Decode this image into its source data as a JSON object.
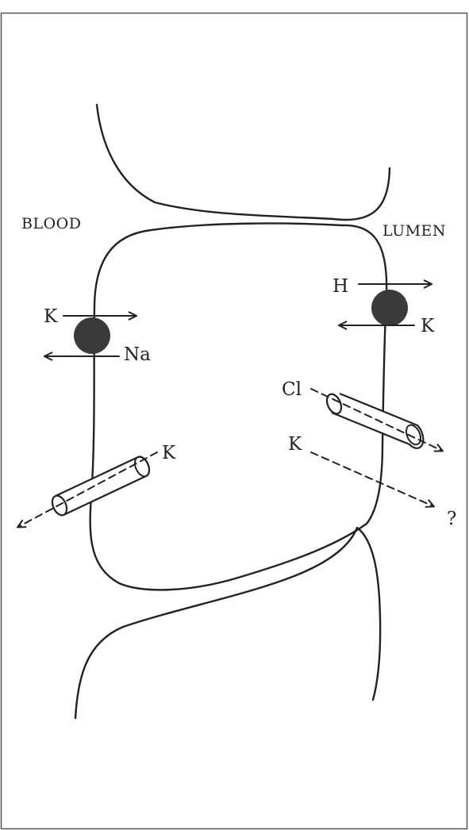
{
  "labels": {
    "blood": "BLOOD",
    "lumen": "LUMEN",
    "k_pump_blood": "K",
    "na_pump_blood": "Na",
    "k_channel_blood": "K",
    "h_pump_lumen": "H",
    "k_pump_lumen": "K",
    "cl_channel_lumen": "Cl",
    "k_flux_lumen": "K",
    "unknown_flux": "?"
  },
  "colors": {
    "ink": "#222222",
    "pump_fill": "#3a3a3a",
    "background": "#ffffff"
  }
}
